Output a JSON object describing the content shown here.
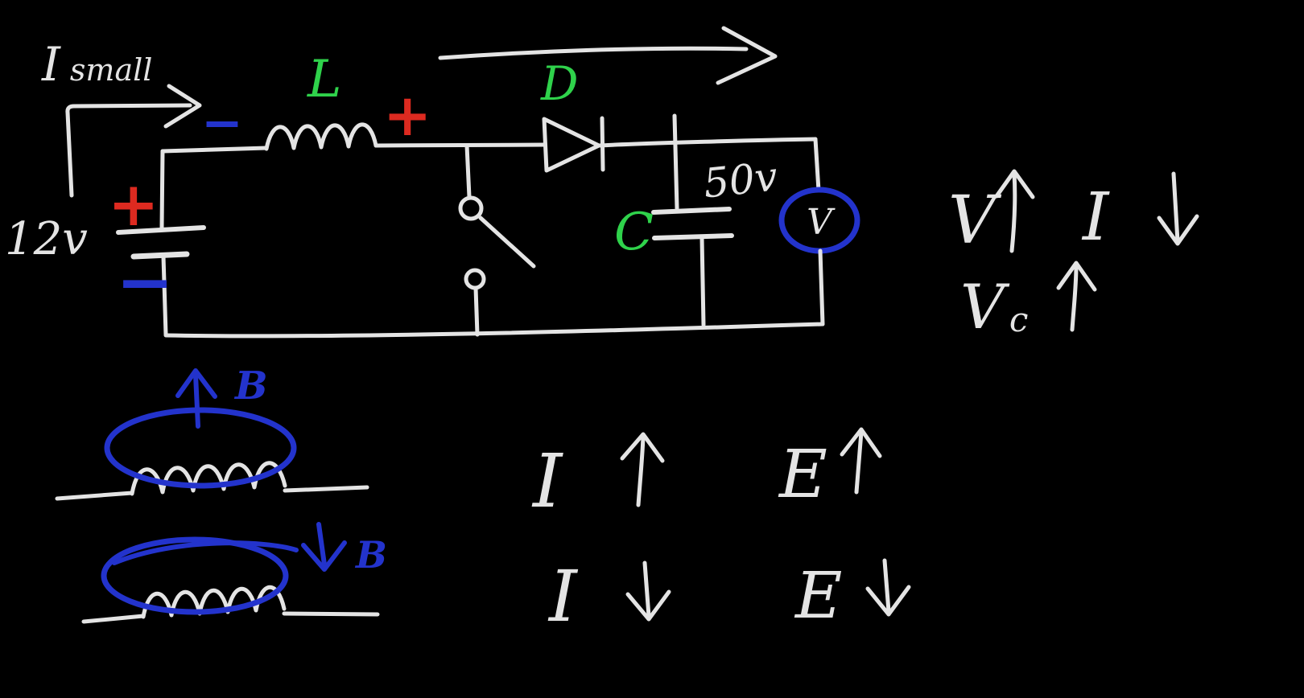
{
  "colors": {
    "background": "#000000",
    "ink": "#e4e4e4",
    "green": "#2fd24b",
    "red": "#dd2a20",
    "blue": "#2333cc"
  },
  "circuit": {
    "current_label": {
      "main": "I",
      "sub": "small"
    },
    "battery": {
      "voltage": "12v",
      "plus": "+",
      "minus": "−"
    },
    "inductor": {
      "label": "L",
      "minus": "−",
      "plus": "+"
    },
    "diode": {
      "label": "D"
    },
    "capacitor": {
      "label": "C",
      "voltage": "50v"
    },
    "voltmeter": {
      "label": "V"
    }
  },
  "notes": {
    "voltage": "V",
    "current": "I",
    "cap_voltage": {
      "base": "V",
      "sub": "c"
    },
    "current_up": "I",
    "emf_up": "E",
    "current_down": "I",
    "emf_down": "E"
  },
  "field_labels": {
    "top": "B",
    "bottom": "B"
  }
}
